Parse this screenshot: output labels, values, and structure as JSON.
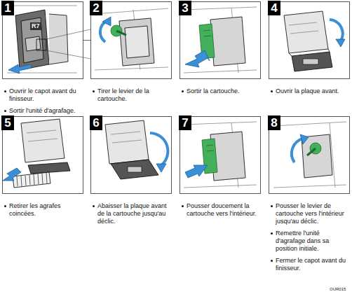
{
  "diagram": {
    "nodes": [
      {
        "text": [
          "1",
          "Ouvrir le capot avant du finisseur.",
          "Sortir l'unité d'agrafage."
        ]
      },
      {
        "text": [
          "2",
          "Tirer le levier de la cartouche."
        ]
      },
      {
        "text": [
          "3",
          "Sortir la cartouche."
        ]
      },
      {
        "text": [
          "4",
          "Ouvrir la plaque avant."
        ]
      },
      {
        "text": [
          "5",
          "Retirer les agrafes coincées."
        ]
      },
      {
        "text": [
          "6",
          "Abaisser la plaque avant de la cartouche jusqu'au déclic."
        ]
      },
      {
        "text": [
          "7",
          "Pousser doucement la cartouche vers l'intérieur."
        ]
      },
      {
        "text": [
          "8",
          "Pousser le levier de cartouche vers l'intérieur jusqu'au déclic.",
          "Remettre l'unité d'agrafage dans sa position initiale.",
          "Fermer le capot avant du finisseur."
        ]
      }
    ],
    "edges": [
      {
        "from": 0,
        "to": 1,
        "arrow": "none"
      }
    ],
    "labels": [
      "R7",
      "OUR015"
    ]
  }
}
